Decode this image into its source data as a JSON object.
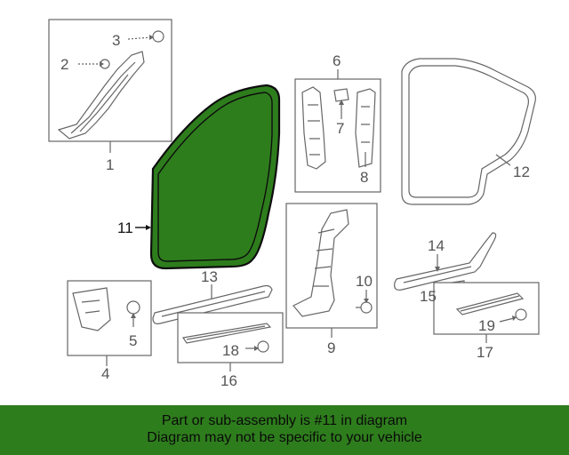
{
  "diagram": {
    "highlight_color": "#2e7d1d",
    "labels": {
      "p1": "1",
      "p2": "2",
      "p3": "3",
      "p4": "4",
      "p5": "5",
      "p6": "6",
      "p7": "7",
      "p8": "8",
      "p9": "9",
      "p10": "10",
      "p11": "11",
      "p12": "12",
      "p13": "13",
      "p14": "14",
      "p15": "15",
      "p16": "16",
      "p17": "17",
      "p18": "18",
      "p19": "19"
    }
  },
  "banner": {
    "line1": "Part or sub-assembly is #11 in diagram",
    "line2": "Diagram may not be specific to your vehicle"
  }
}
